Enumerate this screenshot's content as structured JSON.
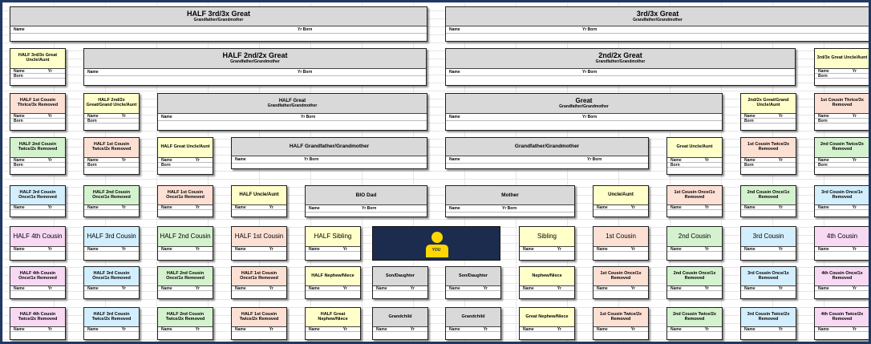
{
  "labels": {
    "name": "Name",
    "yr": "Yr",
    "yr_born": "Yr Born",
    "born": "Born",
    "grandparent_sub": "Grandfather/Grandmother",
    "you": "YOU"
  },
  "boxes": {
    "half_3x_great": {
      "title": "HALF 3rd/3x Great"
    },
    "great_3x": {
      "title": "3rd/3x Great"
    },
    "half_3x_uncle": {
      "title": "HALF 3rd/3x Great Uncle/Aunt"
    },
    "half_2x_great": {
      "title": "HALF 2nd/2x Great"
    },
    "great_2x": {
      "title": "2nd/2x Great"
    },
    "great_3x_uncle": {
      "title": "3rd/3x Great Uncle/Aunt"
    },
    "half_1c_3x": {
      "title": "HALF 1st Cousin Thrice/3x Removed"
    },
    "half_2x_uncle": {
      "title": "HALF 2nd/2x Great/Grand Uncle/Aunt"
    },
    "half_great": {
      "title": "HALF Great"
    },
    "great": {
      "title": "Great"
    },
    "great_2x_uncle": {
      "title": "2nd/2x Great/Grand Uncle/Aunt"
    },
    "c1_3x": {
      "title": "1st Cousin Thrice/3x Removed"
    },
    "half_2c_2x": {
      "title": "HALF 2nd Cousin Twice/2x Removed"
    },
    "half_1c_2x": {
      "title": "HALF 1st Cousin Twice/2x Removed"
    },
    "half_great_uncle": {
      "title": "HALF Great Uncle/Aunt"
    },
    "half_grandparent": {
      "title": "HALF Grandfather/Grandmother"
    },
    "grandparent": {
      "title": "Grandfather/Grandmother"
    },
    "great_uncle": {
      "title": "Great Uncle/Aunt"
    },
    "c1_2x_r": {
      "title": "1st Cousin Twice/2x Removed"
    },
    "c2_2x_r": {
      "title": "2nd Cousin Twice/2x Removed"
    },
    "half_3c_1x": {
      "title": "HALF 3rd Cousin Once/1x Removed"
    },
    "half_2c_1x": {
      "title": "HALF 2nd Cousin Once/1x Removed"
    },
    "half_1c_1x": {
      "title": "HALF 1st Cousin Once/1x Removed"
    },
    "half_uncle": {
      "title": "HALF Uncle/Aunt"
    },
    "bio_dad": {
      "title": "BIO Dad"
    },
    "mother": {
      "title": "Mother"
    },
    "uncle": {
      "title": "Uncle/Aunt"
    },
    "c1_1x_r": {
      "title": "1st Cousin Once/1x Removed"
    },
    "c2_1x_r": {
      "title": "2nd Cousin Once/1x Removed"
    },
    "c3_1x_r": {
      "title": "3rd Cousin Once/1x Removed"
    },
    "half_4c": {
      "title": "HALF 4th Cousin"
    },
    "half_3c": {
      "title": "HALF 3rd Cousin"
    },
    "half_2c": {
      "title": "HALF 2nd Cousin"
    },
    "half_1c": {
      "title": "HALF 1st Cousin"
    },
    "half_sibling": {
      "title": "HALF Sibling"
    },
    "sibling": {
      "title": "Sibling"
    },
    "c1": {
      "title": "1st Cousin"
    },
    "c2": {
      "title": "2nd Cousin"
    },
    "c3": {
      "title": "3rd Cousin"
    },
    "c4": {
      "title": "4th Cousin"
    },
    "half_4c_1x_d": {
      "title": "HALF 4th Cousin Once/1x Removed"
    },
    "half_3c_1x_d": {
      "title": "HALF 3rd Cousin Once/1x Removed"
    },
    "half_2c_1x_d": {
      "title": "HALF 2nd Cousin Once/1x Removed"
    },
    "half_1c_1x_d": {
      "title": "HALF 1st Cousin Once/1x Removed"
    },
    "half_nephew": {
      "title": "HALF Nephew/Niece"
    },
    "son_daughter_1": {
      "title": "Son/Daughter"
    },
    "son_daughter_2": {
      "title": "Son/Daughter"
    },
    "nephew": {
      "title": "Nephew/Niece"
    },
    "c1_1x_d": {
      "title": "1st Cousin Once/1x Removed"
    },
    "c2_1x_d": {
      "title": "2nd Cousin Once/1x Removed"
    },
    "c3_1x_d": {
      "title": "3rd Cousin Once/1x Removed"
    },
    "c4_1x_d": {
      "title": "4th Cousin Once/1x Removed"
    },
    "half_4c_2x_d": {
      "title": "HALF 4th Cousin Twice/2x Removed"
    },
    "half_3c_2x_d": {
      "title": "HALF 3rd Cousin Twice/2x Removed"
    },
    "half_2c_2x_d": {
      "title": "HALF 2nd Cousin Twice/2x Removed"
    },
    "half_1c_2x_d": {
      "title": "HALF 1st Cousin Twice/2x Removed"
    },
    "half_great_nephew": {
      "title": "HALF Great Nephew/Niece"
    },
    "grandchild_1": {
      "title": "Grandchild"
    },
    "grandchild_2": {
      "title": "Grandchild"
    },
    "great_nephew": {
      "title": "Great Nephew/Niece"
    },
    "c1_2x_d": {
      "title": "1st Cousin Twice/2x Removed"
    },
    "c2_2x_d": {
      "title": "2nd Cousin Twice/2x Removed"
    },
    "c3_2x_d": {
      "title": "3rd Cousin Twice/2x Removed"
    },
    "c4_2x_d": {
      "title": "4th Cousin Twice/2x Removed"
    }
  },
  "colors": {
    "border": "#1f3864",
    "you_bg": "#1c2c4f",
    "you_icon": "#ffd700",
    "grey": "#d9d9d9",
    "yellow": "#ffffc9",
    "peach": "#fde0d4",
    "green": "#d5f2cf",
    "blue": "#d3eefc",
    "pink": "#f8d9f4"
  }
}
